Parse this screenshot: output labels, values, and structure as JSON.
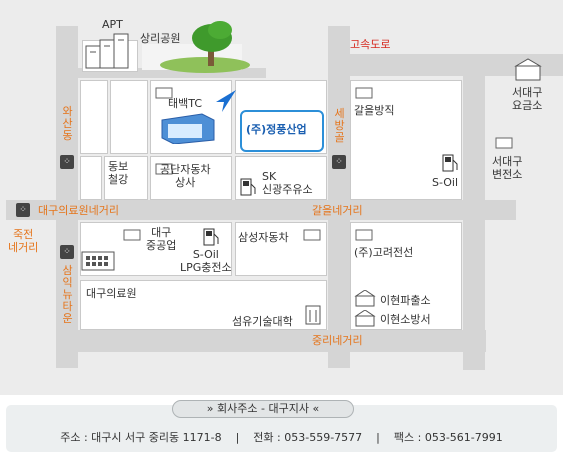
{
  "map": {
    "labels": {
      "apt": "APT",
      "park": "상리공원",
      "taebaek": "태백TC",
      "company": "(주)정풍산업",
      "dongbo": "동보\n철강",
      "gongdan": "공단자동차\n상사",
      "sk": "SK\n신광주유소",
      "daegu_heavy": "대구\n중공업",
      "soil_lpg": "S-Oil\nLPG충전소",
      "samsung_motors": "삼성자동차",
      "daegu_clinic": "대구의료원",
      "textile_univ": "섬유기술대학",
      "galeul_spinning": "갈을방직",
      "soil": "S-Oil",
      "goryeo": "(주)고려전선",
      "police": "이현파출소",
      "fire": "이현소방서",
      "toll": "서대구\n요금소",
      "substation": "서대구\n변전소"
    },
    "roads": {
      "expressway": "고속도로",
      "daegu_clinic_junction": "대구의료원네거리",
      "galeul_junction": "갈을네거리",
      "jungni_junction": "중리네거리",
      "jukjeon_junction": "죽전\n네거리",
      "wasan": "와산동",
      "sebang": "세방골",
      "samik": "삼익뉴타운"
    }
  },
  "footer": {
    "title": "회사주소 - 대구지사",
    "address": "주소 : 대구시 서구 중리동 1171-8",
    "phone": "전화 : 053-559-7577",
    "fax": "팩스 : 053-561-7991"
  },
  "colors": {
    "company_accent": "#1a6fd1",
    "road_label": "#e5741a",
    "expressway_label": "#d6281f"
  }
}
